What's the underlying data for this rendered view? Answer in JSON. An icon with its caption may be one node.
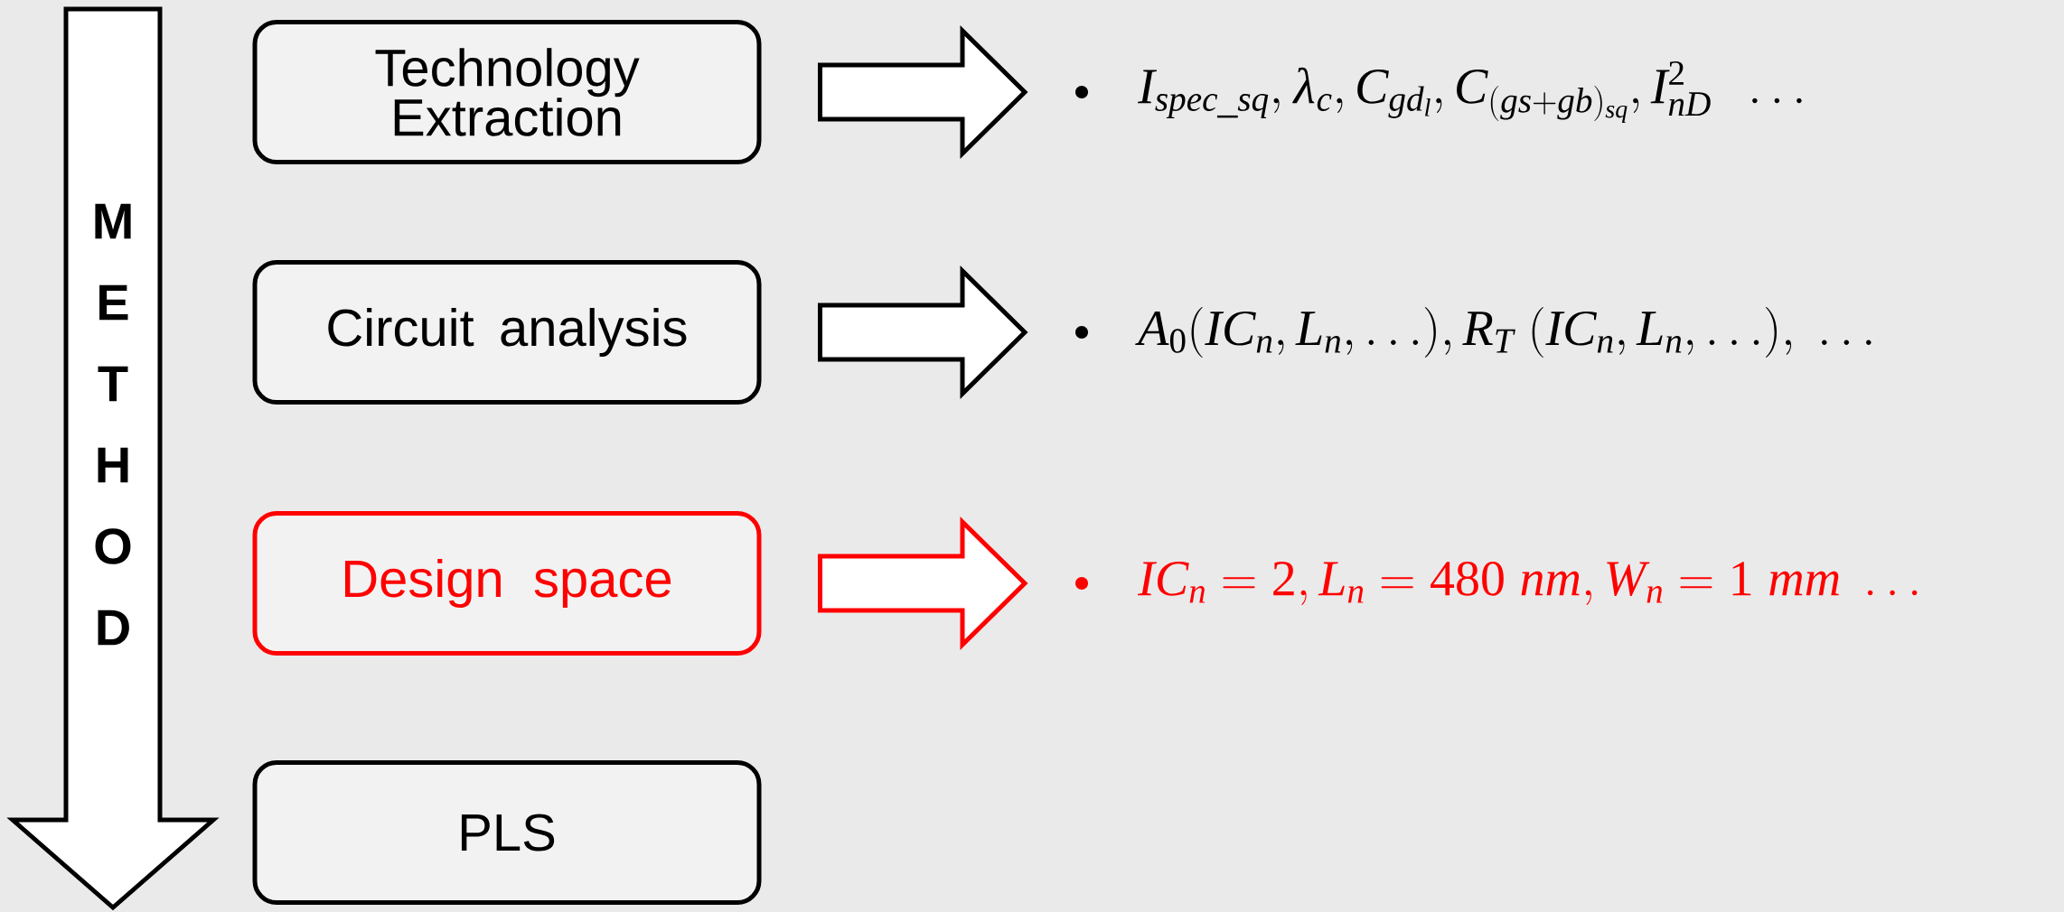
{
  "diagram": {
    "nodes": [
      {
        "text": [
          "METHOD"
        ]
      },
      {
        "text": [
          "Technology Extraction"
        ]
      },
      {
        "text": [
          "I_{spec\\_sq}, \\lambda_c, C_{gd_l}, C_{(gs+gb)_{sq}}, I_{nD}^{2}\\ \\ \\dots"
        ]
      },
      {
        "text": [
          "Circuit analysis"
        ]
      },
      {
        "text": [
          "A_0(IC_n, L_n, \\dots), R_T\\ (IC_n, L_n, \\dots),\\ \\dots"
        ]
      },
      {
        "text": [
          "Design space"
        ]
      },
      {
        "text": [
          "IC_n = 2, L_n = 480\\ nm, W_n = 1\\ mm\\ \\dots"
        ]
      },
      {
        "text": [
          "PLS"
        ]
      }
    ],
    "edges": [
      {
        "from": 1,
        "to": 2,
        "arrow": "to"
      },
      {
        "from": 3,
        "to": 4,
        "arrow": "to"
      },
      {
        "from": 5,
        "to": 6,
        "arrow": "to",
        "color": "#ff0000"
      }
    ]
  }
}
